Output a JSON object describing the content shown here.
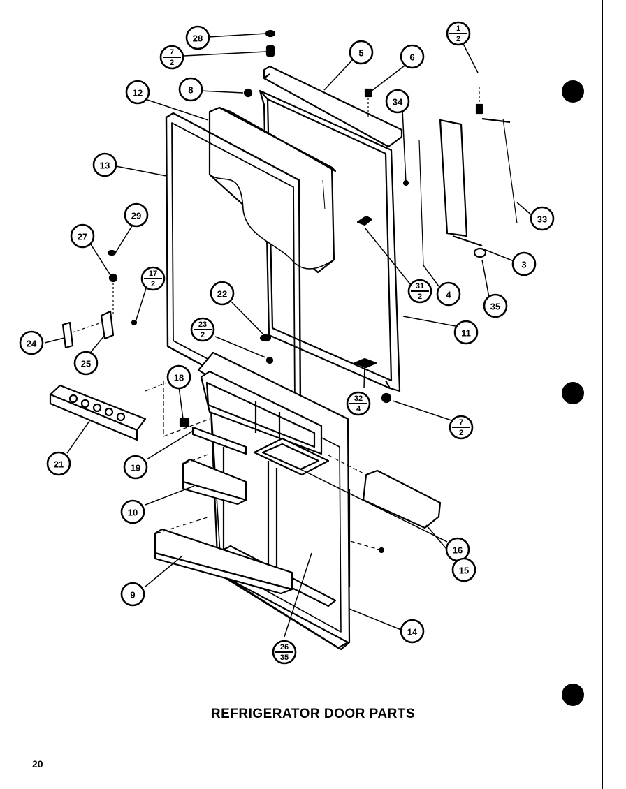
{
  "title": "REFRIGERATOR DOOR PARTS",
  "page_number": "20",
  "callouts": [
    {
      "id": "28",
      "text": "28"
    },
    {
      "id": "7-2-top",
      "num": "7",
      "den": "2"
    },
    {
      "id": "5",
      "text": "5"
    },
    {
      "id": "6",
      "text": "6"
    },
    {
      "id": "1-2",
      "num": "1",
      "den": "2"
    },
    {
      "id": "12",
      "text": "12"
    },
    {
      "id": "8",
      "text": "8"
    },
    {
      "id": "34",
      "text": "34"
    },
    {
      "id": "13",
      "text": "13"
    },
    {
      "id": "33",
      "text": "33"
    },
    {
      "id": "29",
      "text": "29"
    },
    {
      "id": "27",
      "text": "27"
    },
    {
      "id": "3",
      "text": "3"
    },
    {
      "id": "17-2",
      "num": "17",
      "den": "2"
    },
    {
      "id": "22",
      "text": "22"
    },
    {
      "id": "31-2",
      "num": "31",
      "den": "2"
    },
    {
      "id": "4",
      "text": "4"
    },
    {
      "id": "35",
      "text": "35"
    },
    {
      "id": "23-2",
      "num": "23",
      "den": "2"
    },
    {
      "id": "11",
      "text": "11"
    },
    {
      "id": "24",
      "text": "24"
    },
    {
      "id": "25",
      "text": "25"
    },
    {
      "id": "18",
      "text": "18"
    },
    {
      "id": "32-4",
      "num": "32",
      "den": "4"
    },
    {
      "id": "7-2-bottom",
      "num": "7",
      "den": "2"
    },
    {
      "id": "21",
      "text": "21"
    },
    {
      "id": "19",
      "text": "19"
    },
    {
      "id": "10",
      "text": "10"
    },
    {
      "id": "16",
      "text": "16"
    },
    {
      "id": "15",
      "text": "15"
    },
    {
      "id": "9",
      "text": "9"
    },
    {
      "id": "14",
      "text": "14"
    },
    {
      "id": "26-35",
      "num": "26",
      "den": "35"
    }
  ]
}
